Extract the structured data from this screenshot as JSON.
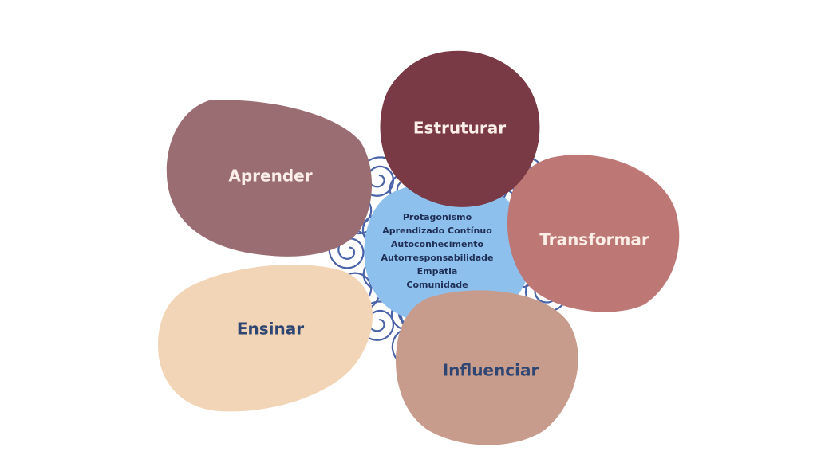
{
  "colors": {
    "background": "#ffffff",
    "center_blob": "#8ec0ee",
    "swirl_stroke": "#4a63a8",
    "aprender": "#9a6d72",
    "estruturar": "#7a3a45",
    "transformar": "#bd7775",
    "ensinar": "#f2d5b6",
    "influenciar": "#c79c8c",
    "light_label": "#fbeee6",
    "dark_label": "#2f4673"
  },
  "nodes": {
    "aprender": {
      "label": "Aprender"
    },
    "estruturar": {
      "label": "Estruturar"
    },
    "transformar": {
      "label": "Transformar"
    },
    "ensinar": {
      "label": "Ensinar"
    },
    "influenciar": {
      "label": "Influenciar"
    }
  },
  "center": {
    "items": [
      "Protagonismo",
      "Aprendizado Contínuo",
      "Autoconhecimento",
      "Autorresponsabilidade",
      "Empatia",
      "Comunidade"
    ]
  }
}
